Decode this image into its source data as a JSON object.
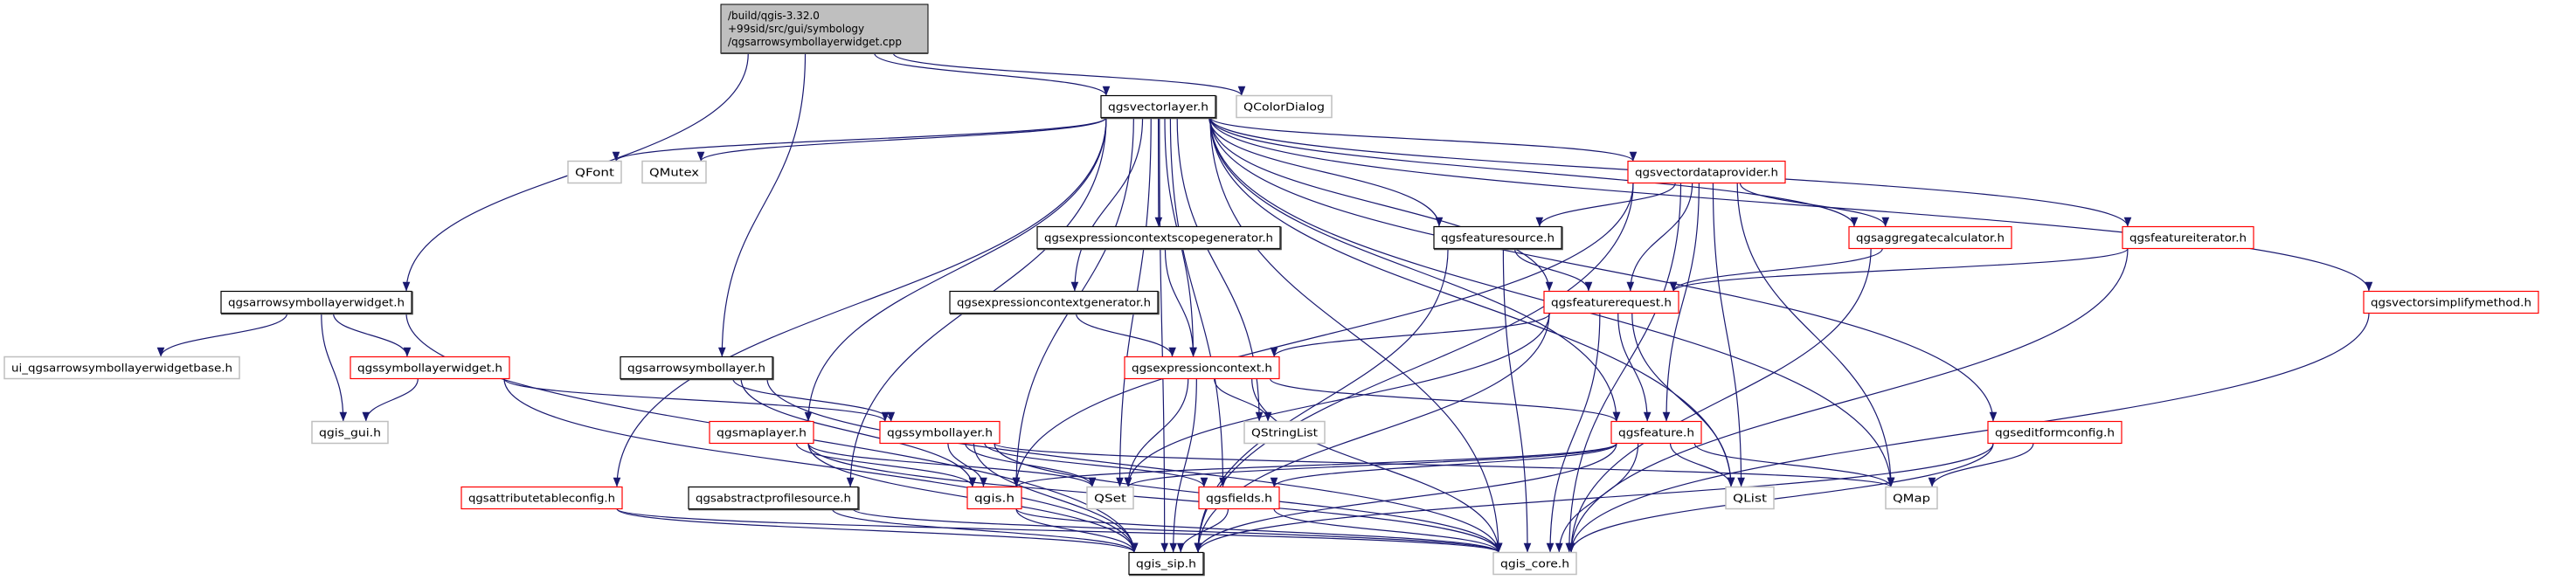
{
  "root": {
    "id": "root",
    "lines": [
      "/build/qgis-3.32.0",
      "+99sid/src/gui/symbology",
      "/qgsarrowsymbollayerwidget.cpp"
    ]
  },
  "node_styles": {
    "documented": "#000000",
    "truncated": "#ff0000",
    "undocumented": "#bfbfbf",
    "root_fill": "#bfbfbf",
    "edge": "#191970"
  },
  "nodes": [
    {
      "id": "qgsvectorlayer",
      "label": "qgsvectorlayer.h",
      "style": "documented"
    },
    {
      "id": "QColorDialog",
      "label": "QColorDialog",
      "style": "undocumented"
    },
    {
      "id": "QFont",
      "label": "QFont",
      "style": "undocumented"
    },
    {
      "id": "QMutex",
      "label": "QMutex",
      "style": "undocumented"
    },
    {
      "id": "qgsvectordataprovider",
      "label": "qgsvectordataprovider.h",
      "style": "truncated"
    },
    {
      "id": "qgsexpressioncontextscopegenerator",
      "label": "qgsexpressioncontextscopegenerator.h",
      "style": "documented"
    },
    {
      "id": "qgsfeaturesource",
      "label": "qgsfeaturesource.h",
      "style": "documented"
    },
    {
      "id": "qgsaggregatecalculator",
      "label": "qgsaggregatecalculator.h",
      "style": "truncated"
    },
    {
      "id": "qgsfeatureiterator",
      "label": "qgsfeatureiterator.h",
      "style": "truncated"
    },
    {
      "id": "qgsarrowsymbollayerwidget",
      "label": "qgsarrowsymbollayerwidget.h",
      "style": "documented"
    },
    {
      "id": "qgsexpressioncontextgenerator",
      "label": "qgsexpressioncontextgenerator.h",
      "style": "documented"
    },
    {
      "id": "qgsfeaturerequest",
      "label": "qgsfeaturerequest.h",
      "style": "truncated"
    },
    {
      "id": "qgsvectorsimplifymethod",
      "label": "qgsvectorsimplifymethod.h",
      "style": "truncated"
    },
    {
      "id": "ui_qgsarrowsymbollayerwidgetbase",
      "label": "ui_qgsarrowsymbollayerwidgetbase.h",
      "style": "undocumented"
    },
    {
      "id": "qgssymbollayerwidget",
      "label": "qgssymbollayerwidget.h",
      "style": "truncated"
    },
    {
      "id": "qgsarrowsymbollayer",
      "label": "qgsarrowsymbollayer.h",
      "style": "documented"
    },
    {
      "id": "qgsexpressioncontext",
      "label": "qgsexpressioncontext.h",
      "style": "truncated"
    },
    {
      "id": "qgis_gui",
      "label": "qgis_gui.h",
      "style": "undocumented"
    },
    {
      "id": "qgsmaplayer",
      "label": "qgsmaplayer.h",
      "style": "truncated"
    },
    {
      "id": "qgssymbollayer",
      "label": "qgssymbollayer.h",
      "style": "truncated"
    },
    {
      "id": "QStringList",
      "label": "QStringList",
      "style": "undocumented"
    },
    {
      "id": "qgsfeature",
      "label": "qgsfeature.h",
      "style": "truncated"
    },
    {
      "id": "qgseditformconfig",
      "label": "qgseditformconfig.h",
      "style": "truncated"
    },
    {
      "id": "qgsattributetableconfig",
      "label": "qgsattributetableconfig.h",
      "style": "truncated"
    },
    {
      "id": "qgsabstractprofilesource",
      "label": "qgsabstractprofilesource.h",
      "style": "documented"
    },
    {
      "id": "qgis",
      "label": "qgis.h",
      "style": "truncated"
    },
    {
      "id": "QSet",
      "label": "QSet",
      "style": "undocumented"
    },
    {
      "id": "qgsfields",
      "label": "qgsfields.h",
      "style": "truncated"
    },
    {
      "id": "QList",
      "label": "QList",
      "style": "undocumented"
    },
    {
      "id": "QMap",
      "label": "QMap",
      "style": "undocumented"
    },
    {
      "id": "qgis_sip",
      "label": "qgis_sip.h",
      "style": "documented"
    },
    {
      "id": "qgis_core",
      "label": "qgis_core.h",
      "style": "undocumented"
    }
  ],
  "edges": [
    [
      "root",
      "qgsarrowsymbollayerwidget"
    ],
    [
      "root",
      "qgsarrowsymbollayer"
    ],
    [
      "root",
      "qgsvectorlayer"
    ],
    [
      "root",
      "QColorDialog"
    ],
    [
      "qgsvectorlayer",
      "QFont"
    ],
    [
      "qgsvectorlayer",
      "QMutex"
    ],
    [
      "qgsvectorlayer",
      "qgsvectordataprovider"
    ],
    [
      "qgsvectorlayer",
      "qgsexpressioncontextscopegenerator"
    ],
    [
      "qgsvectorlayer",
      "qgsfeaturesource"
    ],
    [
      "qgsvectorlayer",
      "qgsaggregatecalculator"
    ],
    [
      "qgsvectorlayer",
      "qgsfeatureiterator"
    ],
    [
      "qgsvectorlayer",
      "qgsexpressioncontextgenerator"
    ],
    [
      "qgsvectorlayer",
      "qgsfeaturerequest"
    ],
    [
      "qgsvectorlayer",
      "qgsvectorsimplifymethod"
    ],
    [
      "qgsvectorlayer",
      "qgsexpressioncontext"
    ],
    [
      "qgsvectorlayer",
      "qgsmaplayer"
    ],
    [
      "qgsvectorlayer",
      "QStringList"
    ],
    [
      "qgsvectorlayer",
      "qgsfeature"
    ],
    [
      "qgsvectorlayer",
      "qgseditformconfig"
    ],
    [
      "qgsvectorlayer",
      "qgsattributetableconfig"
    ],
    [
      "qgsvectorlayer",
      "qgsabstractprofilesource"
    ],
    [
      "qgsvectorlayer",
      "qgis"
    ],
    [
      "qgsvectorlayer",
      "QSet"
    ],
    [
      "qgsvectorlayer",
      "qgsfields"
    ],
    [
      "qgsvectorlayer",
      "QList"
    ],
    [
      "qgsvectorlayer",
      "QMap"
    ],
    [
      "qgsvectorlayer",
      "qgis_sip"
    ],
    [
      "qgsvectorlayer",
      "qgis_core"
    ],
    [
      "qgsvectordataprovider",
      "qgsfeaturesource"
    ],
    [
      "qgsvectordataprovider",
      "qgsaggregatecalculator"
    ],
    [
      "qgsvectordataprovider",
      "qgsfeaturerequest"
    ],
    [
      "qgsvectordataprovider",
      "qgsfeature"
    ],
    [
      "qgsvectordataprovider",
      "QList"
    ],
    [
      "qgsvectordataprovider",
      "QMap"
    ],
    [
      "qgsvectordataprovider",
      "qgis_sip"
    ],
    [
      "qgsvectordataprovider",
      "qgis_core"
    ],
    [
      "qgsvectordataprovider",
      "qgis"
    ],
    [
      "qgsexpressioncontextscopegenerator",
      "qgsexpressioncontext"
    ],
    [
      "qgsexpressioncontextgenerator",
      "qgsexpressioncontext"
    ],
    [
      "qgsfeaturesource",
      "qgsfeaturerequest"
    ],
    [
      "qgsfeaturesource",
      "qgis_core"
    ],
    [
      "qgsfeaturesource",
      "qgis_sip"
    ],
    [
      "qgsaggregatecalculator",
      "qgsfeaturerequest"
    ],
    [
      "qgsaggregatecalculator",
      "qgis_core"
    ],
    [
      "qgsfeatureiterator",
      "qgsfeaturerequest"
    ],
    [
      "qgsfeatureiterator",
      "qgis_core"
    ],
    [
      "qgsfeaturerequest",
      "qgsexpressioncontext"
    ],
    [
      "qgsfeaturerequest",
      "qgsfeature"
    ],
    [
      "qgsfeaturerequest",
      "QList"
    ],
    [
      "qgsfeaturerequest",
      "QSet"
    ],
    [
      "qgsfeaturerequest",
      "qgis_sip"
    ],
    [
      "qgsfeaturerequest",
      "qgis_core"
    ],
    [
      "qgsvectorsimplifymethod",
      "qgis_core"
    ],
    [
      "qgsarrowsymbollayerwidget",
      "ui_qgsarrowsymbollayerwidgetbase"
    ],
    [
      "qgsarrowsymbollayerwidget",
      "qgssymbollayerwidget"
    ],
    [
      "qgsarrowsymbollayerwidget",
      "qgis_gui"
    ],
    [
      "qgsarrowsymbollayerwidget",
      "qgis_sip"
    ],
    [
      "qgssymbollayerwidget",
      "qgis_gui"
    ],
    [
      "qgssymbollayerwidget",
      "qgssymbollayer"
    ],
    [
      "qgssymbollayerwidget",
      "qgis_sip"
    ],
    [
      "qgsarrowsymbollayer",
      "qgssymbollayer"
    ],
    [
      "qgsarrowsymbollayer",
      "qgis"
    ],
    [
      "qgsarrowsymbollayer",
      "qgis_core"
    ],
    [
      "qgsexpressioncontext",
      "QStringList"
    ],
    [
      "qgsexpressioncontext",
      "QSet"
    ],
    [
      "qgsexpressioncontext",
      "qgsfeature"
    ],
    [
      "qgsexpressioncontext",
      "qgis_sip"
    ],
    [
      "qgsexpressioncontext",
      "qgis_core"
    ],
    [
      "qgsmaplayer",
      "qgis"
    ],
    [
      "qgsmaplayer",
      "QSet"
    ],
    [
      "qgsmaplayer",
      "qgis_sip"
    ],
    [
      "qgsmaplayer",
      "qgis_core"
    ],
    [
      "qgssymbollayer",
      "qgis"
    ],
    [
      "qgssymbollayer",
      "QSet"
    ],
    [
      "qgssymbollayer",
      "qgsfields"
    ],
    [
      "qgssymbollayer",
      "QMap"
    ],
    [
      "qgssymbollayer",
      "qgis_sip"
    ],
    [
      "qgssymbollayer",
      "qgis_core"
    ],
    [
      "qgsfeature",
      "qgsfields"
    ],
    [
      "qgsfeature",
      "QSet"
    ],
    [
      "qgsfeature",
      "qgis"
    ],
    [
      "qgsfeature",
      "QList"
    ],
    [
      "qgsfeature",
      "QMap"
    ],
    [
      "qgsfeature",
      "qgis_sip"
    ],
    [
      "qgsfeature",
      "qgis_core"
    ],
    [
      "qgseditformconfig",
      "QMap"
    ],
    [
      "qgseditformconfig",
      "qgis_sip"
    ],
    [
      "qgseditformconfig",
      "qgis_core"
    ],
    [
      "qgsattributetableconfig",
      "qgis_sip"
    ],
    [
      "qgsattributetableconfig",
      "qgis_core"
    ],
    [
      "qgsabstractprofilesource",
      "qgis_sip"
    ],
    [
      "qgsabstractprofilesource",
      "qgis_core"
    ],
    [
      "qgis",
      "qgis_sip"
    ],
    [
      "qgis",
      "qgis_core"
    ],
    [
      "qgsfields",
      "qgis_sip"
    ],
    [
      "qgsfields",
      "qgis_core"
    ]
  ]
}
